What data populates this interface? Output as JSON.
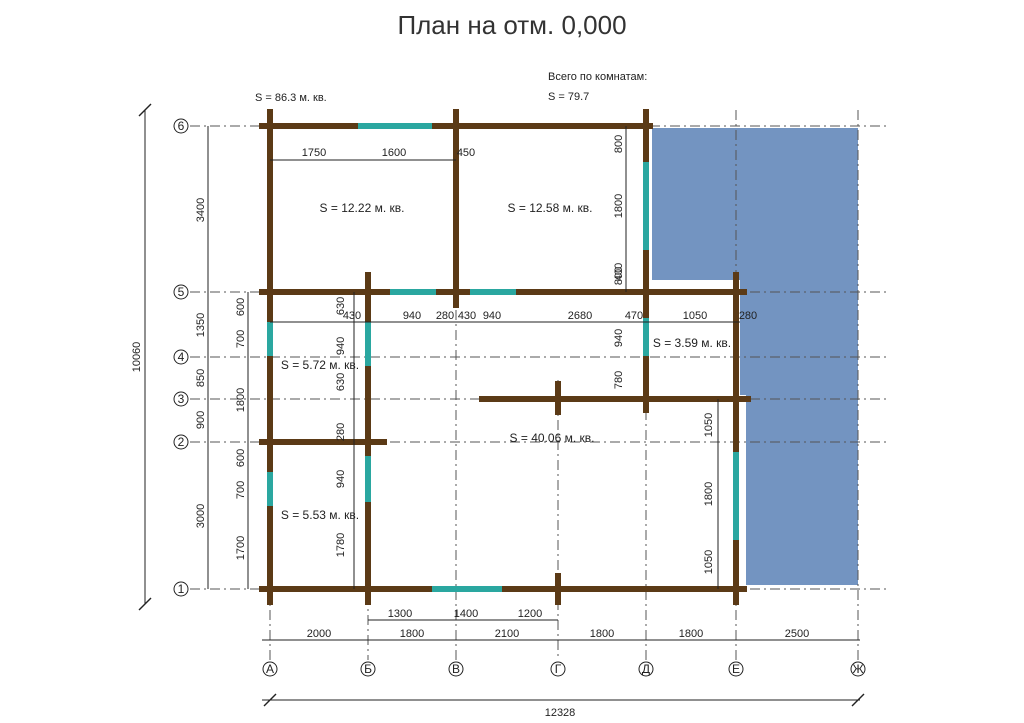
{
  "title": "План на отм. 0,000",
  "totals": {
    "total_area": "S  =  86.3 м. кв.",
    "rooms_caption": "Всего по комнатам:",
    "rooms_area": "S  =  79.7"
  },
  "rooms": [
    {
      "id": "room-top-left",
      "label": "S  =  12.22 м. кв."
    },
    {
      "id": "room-top-right",
      "label": "S  =  12.58 м. кв."
    },
    {
      "id": "room-mid-left",
      "label": "S  =  5.72 м. кв."
    },
    {
      "id": "room-bottom-left",
      "label": "S  =  5.53 м. кв."
    },
    {
      "id": "room-main",
      "label": "S  =  40.06 м. кв."
    },
    {
      "id": "room-small",
      "label": "S  =  3.59 м. кв."
    }
  ],
  "row_axes": [
    "6",
    "5",
    "4",
    "3",
    "2",
    "1"
  ],
  "col_axes": [
    "А",
    "Б",
    "В",
    "Г",
    "Д",
    "Е",
    "Ж"
  ],
  "dims": {
    "top_row": [
      "1750",
      "1600",
      "450"
    ],
    "row5": [
      "430",
      "940",
      "280",
      "430",
      "940",
      "2680",
      "470",
      "1050",
      "280"
    ],
    "left_outer": [
      "3400",
      "1350",
      "850",
      "900",
      "3000"
    ],
    "left_inner": [
      "600",
      "700",
      "1800",
      "600",
      "700",
      "1700"
    ],
    "overall_height": "10060",
    "bottom_openings": [
      "1300",
      "1400",
      "1200"
    ],
    "bottom_spans": [
      "2000",
      "1800",
      "2100",
      "1800",
      "1800",
      "2500"
    ],
    "overall_width": "12328",
    "right_top": [
      "800",
      "1800",
      "400",
      "800"
    ],
    "wall_b": [
      "630",
      "940",
      "630",
      "280",
      "940",
      "1780"
    ],
    "wall_d": [
      "940",
      "780"
    ],
    "wall_e": [
      "1050",
      "1800",
      "1050"
    ]
  },
  "colors": {
    "log_wall": "#5b3a16",
    "window": "#2aa7a0",
    "terrace": "#7394c1"
  }
}
